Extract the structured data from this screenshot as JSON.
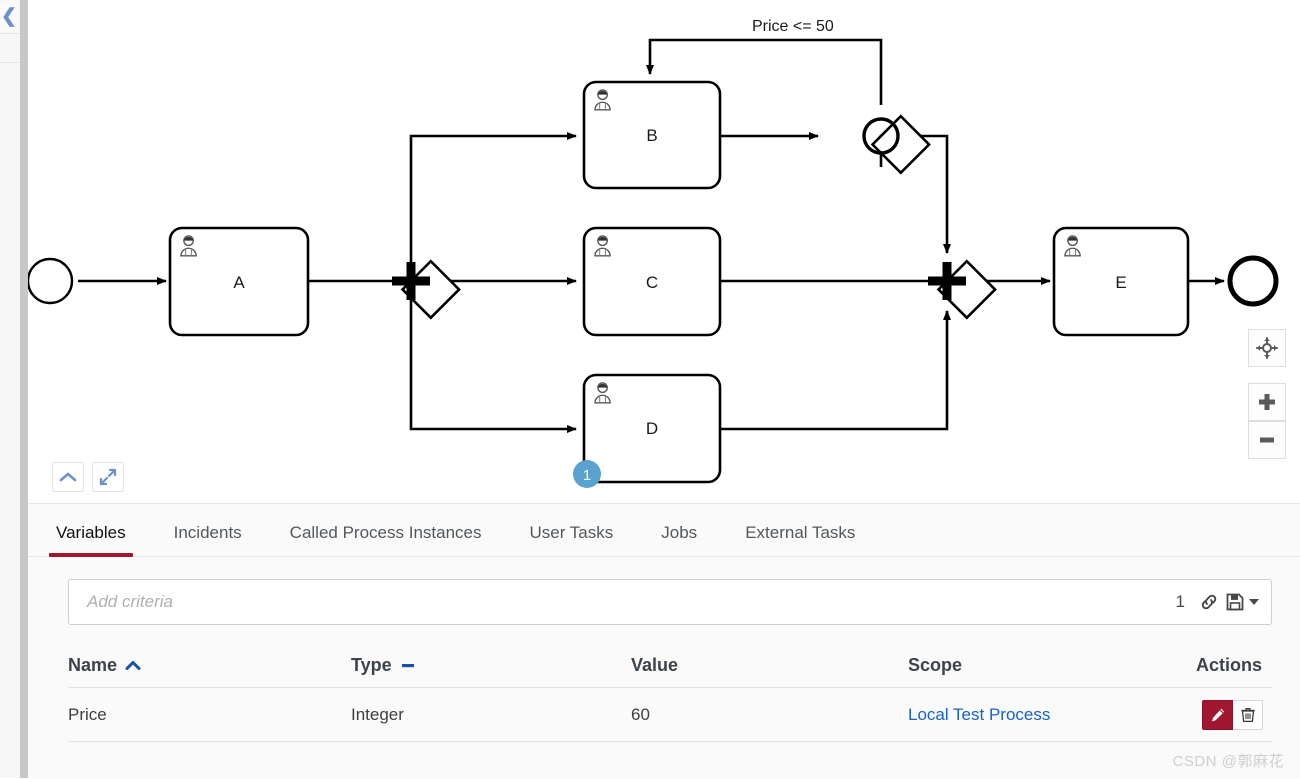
{
  "rail": {
    "collapse_icon": "chevron-left-icon"
  },
  "diagram": {
    "type": "bpmn-process-diagram",
    "flow_label": "Price <= 50",
    "elements": [
      {
        "id": "start",
        "type": "start-event",
        "label": ""
      },
      {
        "id": "taskA",
        "type": "user-task",
        "label": "A"
      },
      {
        "id": "gwSplit",
        "type": "parallel-gateway",
        "label": ""
      },
      {
        "id": "taskB",
        "type": "user-task",
        "label": "B"
      },
      {
        "id": "gwInclusive",
        "type": "inclusive-gateway",
        "label": ""
      },
      {
        "id": "taskC",
        "type": "user-task",
        "label": "C"
      },
      {
        "id": "taskD",
        "type": "user-task",
        "label": "D",
        "badge": "1"
      },
      {
        "id": "gwJoin",
        "type": "parallel-gateway",
        "label": ""
      },
      {
        "id": "taskE",
        "type": "user-task",
        "label": "E"
      },
      {
        "id": "end",
        "type": "end-event",
        "label": ""
      }
    ],
    "badge_value": "1",
    "tools": {
      "collapse": "chevron-up-icon",
      "expand": "expand-diagonal-icon",
      "reset": "reset-zoom-icon",
      "zoom_in": "plus-icon",
      "zoom_out": "minus-icon"
    }
  },
  "tabs": [
    {
      "label": "Variables",
      "active": true
    },
    {
      "label": "Incidents",
      "active": false
    },
    {
      "label": "Called Process Instances",
      "active": false
    },
    {
      "label": "User Tasks",
      "active": false
    },
    {
      "label": "Jobs",
      "active": false
    },
    {
      "label": "External Tasks",
      "active": false
    }
  ],
  "search": {
    "placeholder": "Add criteria",
    "count": "1",
    "link_icon": "chain-link-icon",
    "save_icon": "floppy-save-icon"
  },
  "table": {
    "columns": [
      {
        "label": "Name",
        "sort": "asc"
      },
      {
        "label": "Type",
        "sort": "none"
      },
      {
        "label": "Value",
        "sort": null
      },
      {
        "label": "Scope",
        "sort": null
      },
      {
        "label": "Actions",
        "sort": null
      }
    ],
    "rows": [
      {
        "name": "Price",
        "type": "Integer",
        "value": "60",
        "scope": "Local Test Process",
        "actions": {
          "edit": "edit-pencil-icon",
          "delete": "trash-icon"
        }
      }
    ]
  },
  "watermark": "CSDN @郭麻花",
  "colors": {
    "accent_red": "#a01830",
    "link_blue": "#1663c7",
    "badge_blue": "#5ba3cf",
    "tool_blue": "#6a92cd"
  }
}
